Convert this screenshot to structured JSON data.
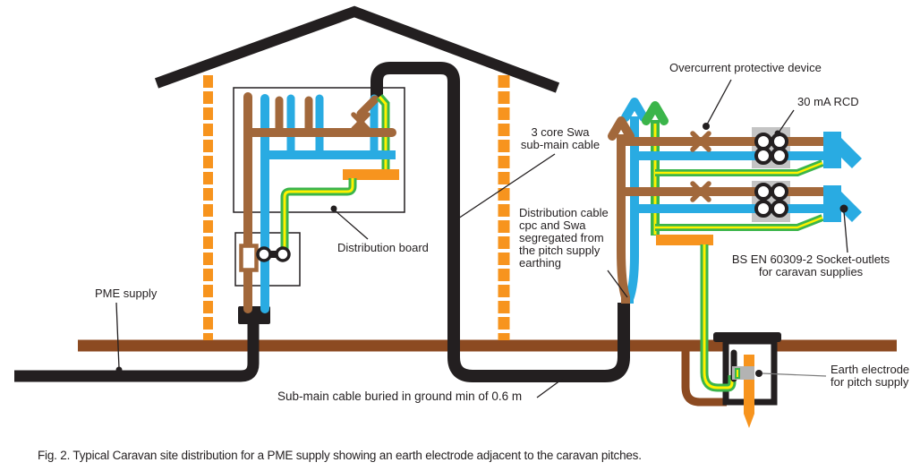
{
  "figure": {
    "caption": "Fig. 2. Typical Caravan site distribution for a PME supply showing an earth electrode adjacent to the caravan pitches."
  },
  "labels": {
    "pme_supply": "PME supply",
    "sub_main_cable": "3 core Swa\nsub-main cable",
    "distribution_board": "Distribution board",
    "distribution_cable": "Distribution cable\ncpc and Swa\nsegregated from\nthe pitch supply\nearthing",
    "buried_cable": "Sub-main cable buried in ground min of 0.6 m",
    "overcurrent_device": "Overcurrent protective device",
    "rcd": "30 mA RCD",
    "socket_outlets": "BS EN 60309-2 Socket-outlets\nfor caravan supplies",
    "earth_electrode": "Earth electrode\nfor pitch supply"
  },
  "colors": {
    "phase_brown": "#A2683B",
    "neutral_blue": "#29ABE2",
    "earth_green": "#3BB54A",
    "earth_yellow": "#FFF100",
    "busbar_orange": "#F7941E",
    "cable_black": "#231F20",
    "soil_brown": "#8C4A21",
    "rcd_gray": "#C4C4C4",
    "clamp_gray": "#B3B3B3",
    "text": "#231F20"
  }
}
